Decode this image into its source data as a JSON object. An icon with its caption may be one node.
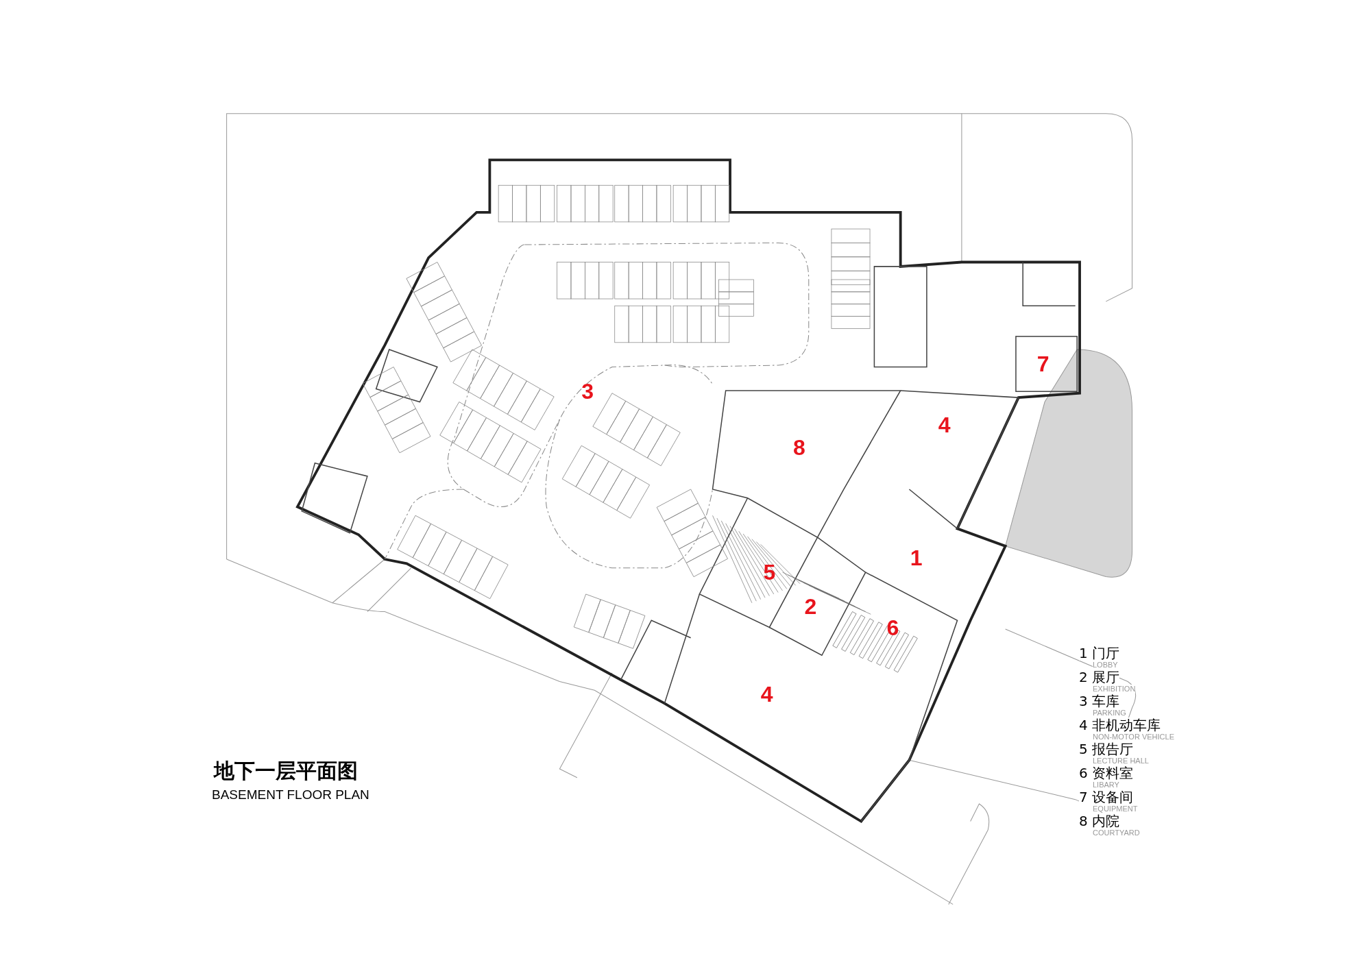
{
  "diagram": {
    "title": "地下一层平面图",
    "caption": "BASEMENT FLOOR PLAN",
    "labels": [
      "7",
      "3",
      "4",
      "8",
      "1",
      "5",
      "2",
      "6",
      "4",
      "1 门厅",
      "LOBBY",
      "2 展厅",
      "EXHIBITION",
      "3 车库",
      "PARKING",
      "4 非机动车库",
      "NON-MOTOR VEHICLE",
      "5 报告厅",
      "LECTURE HALL",
      "6 资料室",
      "LIBARY",
      "7 设备间",
      "EQUIPMENT",
      "8 内院",
      "COURTYARD"
    ]
  }
}
